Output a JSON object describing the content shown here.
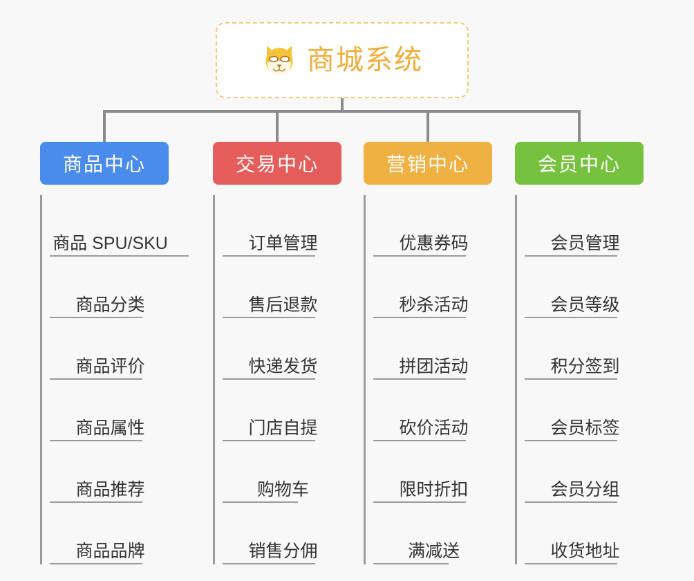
{
  "background_color": "#f8f8f8",
  "root": {
    "icon": "shiba-dog-face-icon",
    "title": "商城系统",
    "text_color": "#f0ad3c",
    "border_color": "#f5c675"
  },
  "connector_color": "#8c8c8c",
  "columns": [
    {
      "id": "product-center",
      "label": "商品中心",
      "color": "#4a8cec",
      "items": [
        "商品 SPU/SKU",
        "商品分类",
        "商品评价",
        "商品属性",
        "商品推荐",
        "商品品牌"
      ]
    },
    {
      "id": "trade-center",
      "label": "交易中心",
      "color": "#e55d5a",
      "items": [
        "订单管理",
        "售后退款",
        "快递发货",
        "门店自提",
        "购物车",
        "销售分佣"
      ]
    },
    {
      "id": "marketing-center",
      "label": "营销中心",
      "color": "#efb141",
      "items": [
        "优惠券码",
        "秒杀活动",
        "拼团活动",
        "砍价活动",
        "限时折扣",
        "满减送"
      ]
    },
    {
      "id": "member-center",
      "label": "会员中心",
      "color": "#76c13e",
      "items": [
        "会员管理",
        "会员等级",
        "积分签到",
        "会员标签",
        "会员分组",
        "收货地址"
      ]
    }
  ]
}
